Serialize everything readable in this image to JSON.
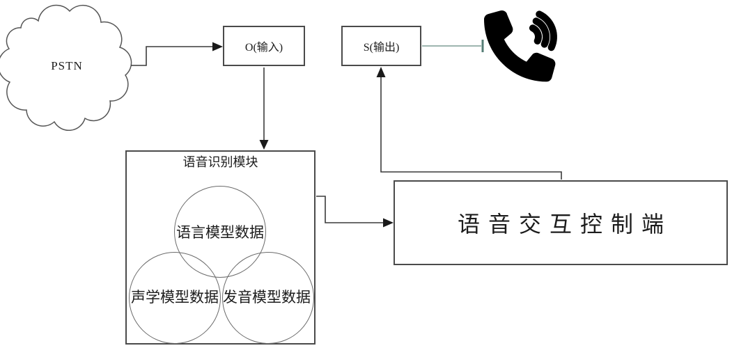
{
  "diagram": {
    "pstn": {
      "label": "PSTN"
    },
    "input_box": {
      "label": "O(输入)"
    },
    "output_box": {
      "label": "S(输出)"
    },
    "recognition_module": {
      "title": "语音识别模块",
      "circles": [
        {
          "label": "语言模型数据"
        },
        {
          "label": "声学模型数据"
        },
        {
          "label": "发音模型数据"
        }
      ]
    },
    "control_box": {
      "label": "语音交互控制端"
    },
    "icons": {
      "cloud": "cloud-shape",
      "phone": "phone-volume-icon"
    },
    "colors": {
      "background": "#ffffff",
      "text": "#1c1c1c",
      "box_border": "#4a4a4a",
      "circle_border": "#6a6a6a",
      "connector_line": "#3a3a3a",
      "arrowhead": "#1a1a1a",
      "cloud_outline": "#555555",
      "output_link_line": "#9db5af",
      "output_link_tick": "#557d75",
      "icon_fill": "#000000"
    }
  }
}
